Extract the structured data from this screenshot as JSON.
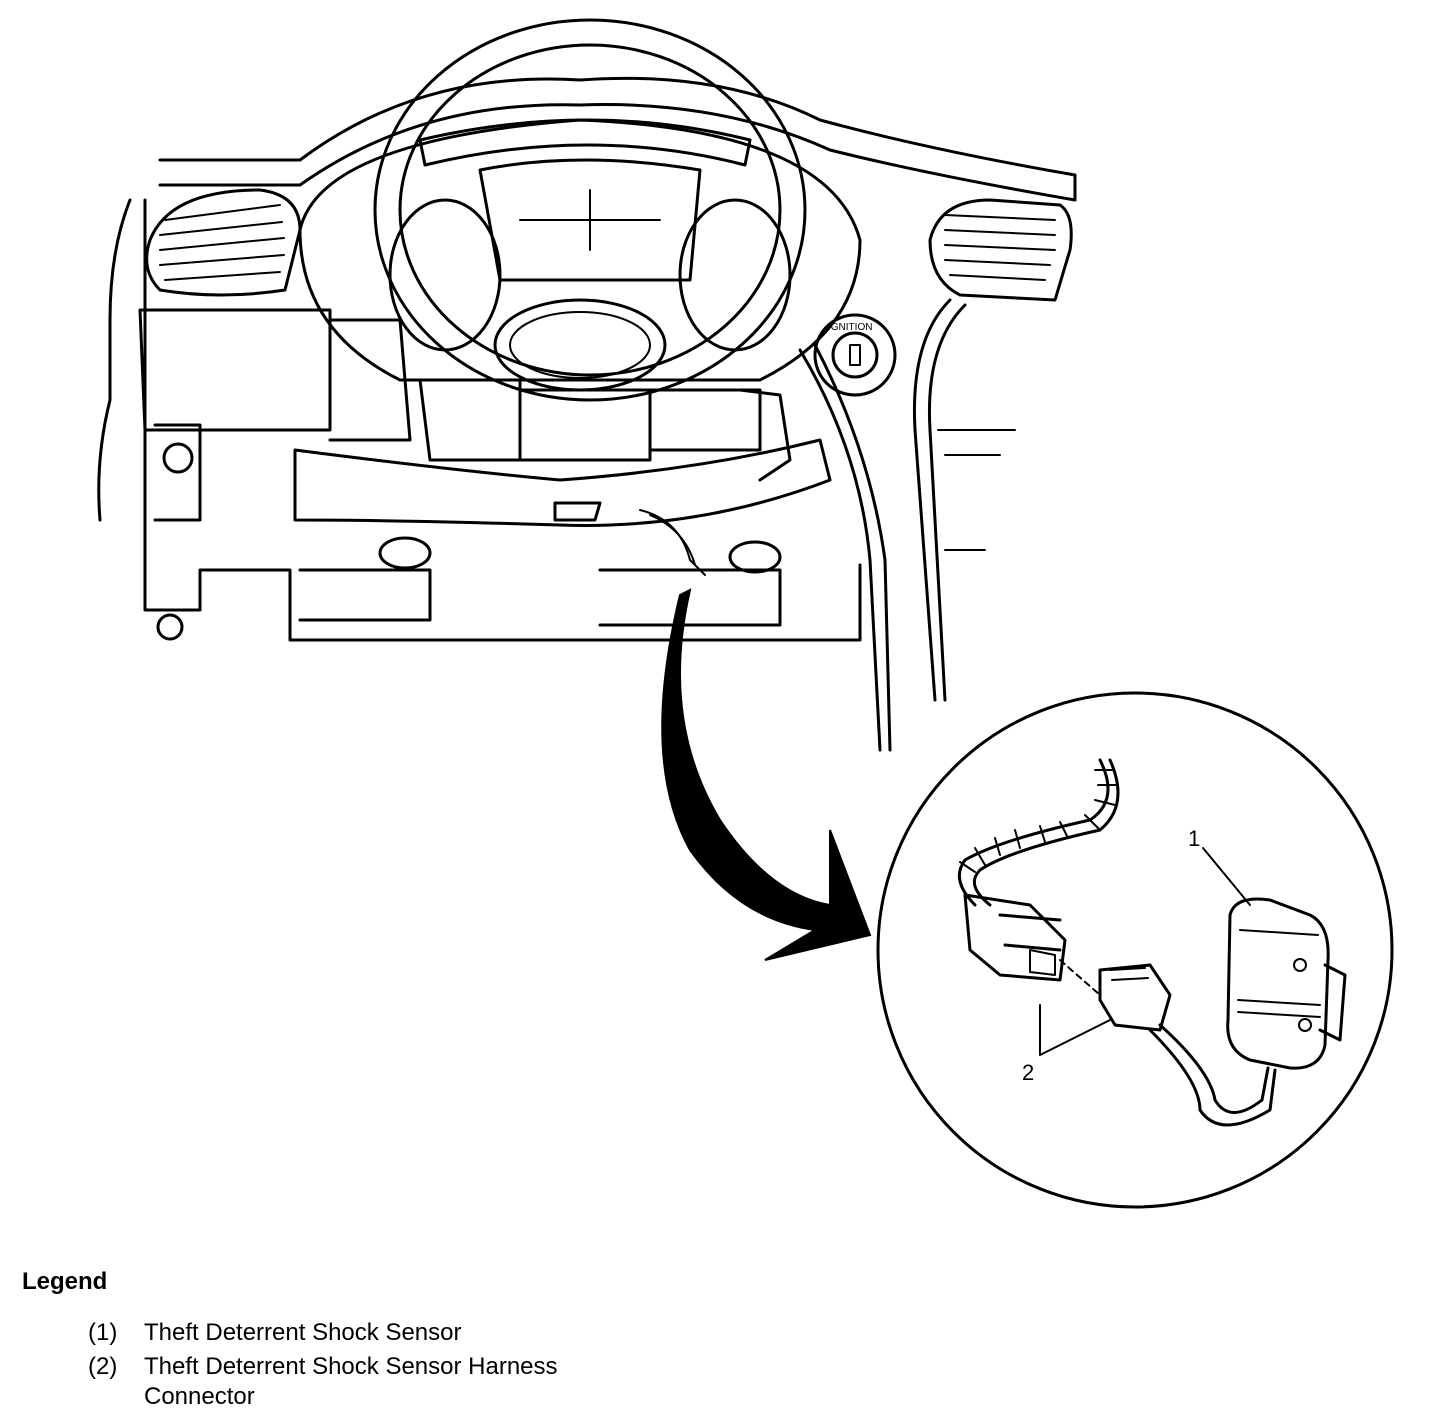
{
  "diagram": {
    "callouts": [
      {
        "id": "1",
        "label": "1"
      },
      {
        "id": "2",
        "label": "2"
      }
    ],
    "ignition_text": "IGNITION"
  },
  "legend": {
    "title": "Legend",
    "items": [
      {
        "number": "(1)",
        "text": "Theft Deterrent Shock Sensor"
      },
      {
        "number": "(2)",
        "text": "Theft Deterrent Shock Sensor Harness Connector"
      }
    ]
  }
}
